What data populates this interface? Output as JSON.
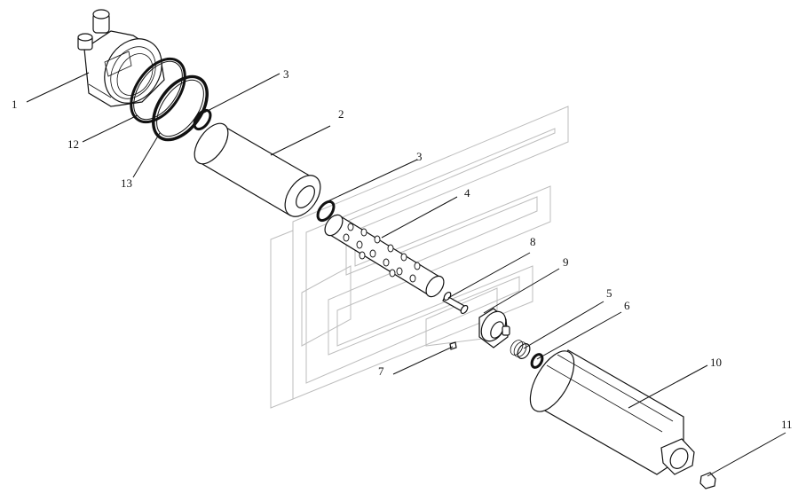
{
  "callouts": [
    {
      "id": "1",
      "text": "1"
    },
    {
      "id": "2",
      "text": "2"
    },
    {
      "id": "3a",
      "text": "3"
    },
    {
      "id": "3b",
      "text": "3"
    },
    {
      "id": "4",
      "text": "4"
    },
    {
      "id": "5",
      "text": "5"
    },
    {
      "id": "6",
      "text": "6"
    },
    {
      "id": "7",
      "text": "7"
    },
    {
      "id": "8",
      "text": "8"
    },
    {
      "id": "9",
      "text": "9"
    },
    {
      "id": "10",
      "text": "10"
    },
    {
      "id": "11",
      "text": "11"
    },
    {
      "id": "12",
      "text": "12"
    },
    {
      "id": "13",
      "text": "13"
    }
  ],
  "colors": {
    "line": "#111111",
    "watermark": "#bdbdbd",
    "background": "#ffffff"
  }
}
